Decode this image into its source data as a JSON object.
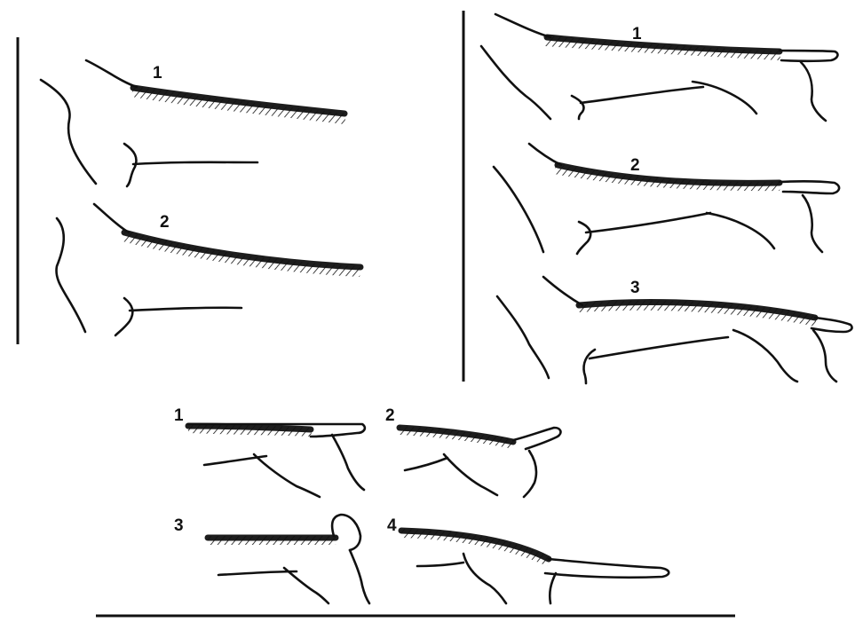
{
  "figure": {
    "panels": [
      {
        "id": "left",
        "profiles": [
          {
            "label": "1"
          },
          {
            "label": "2"
          }
        ]
      },
      {
        "id": "right",
        "profiles": [
          {
            "label": "1"
          },
          {
            "label": "2"
          },
          {
            "label": "3"
          }
        ]
      },
      {
        "id": "bottom",
        "profiles": [
          {
            "label": "1"
          },
          {
            "label": "2"
          },
          {
            "label": "3"
          },
          {
            "label": "4"
          }
        ]
      }
    ]
  }
}
